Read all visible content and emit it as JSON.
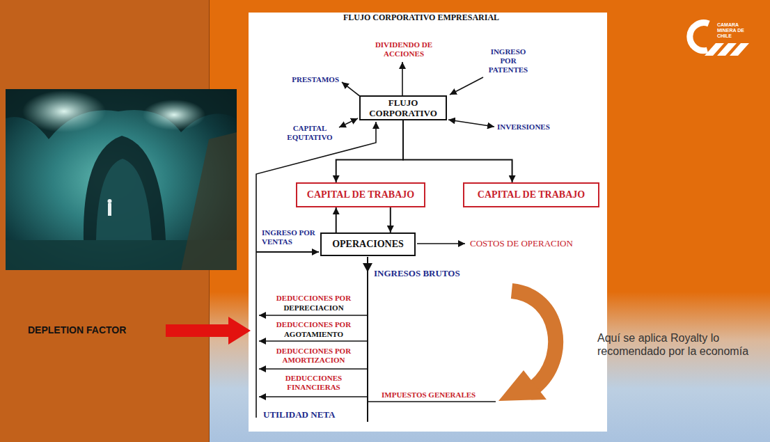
{
  "diagram": {
    "title": "FLUJO CORPORATIVO EMPRESARIAL",
    "nodes": [
      {
        "text": [
          "FLUJO CORPORATIVO"
        ]
      },
      {
        "text": [
          "CAPITAL DE TRABAJO"
        ]
      },
      {
        "text": [
          "CAPITAL DE TRABAJO"
        ]
      },
      {
        "text": [
          "OPERACIONES"
        ]
      }
    ],
    "edges": [
      {
        "from": 0,
        "to": 1,
        "arrow": "to"
      },
      {
        "from": 0,
        "to": 2,
        "arrow": "to"
      },
      {
        "from": 3,
        "to": 1,
        "arrow": "to"
      },
      {
        "from": 1,
        "to": 3,
        "arrow": "to"
      }
    ],
    "labels": [
      "DIVIDENDO DE ACCIONES",
      "PRESTAMOS",
      "INGRESO POR PATENTES",
      "CAPITAL EQUTATIVO",
      "INVERSIONES",
      "INGRESO POR VENTAS",
      "COSTOS DE OPERACION",
      "INGRESOS BRUTOS",
      "DEPLETION FACTOR",
      "DEDUCCIONES POR",
      "DEPRECIACION",
      "DEDUCCIONES POR",
      "AGOTAMIENTO",
      "DEDUCCIONES POR AMORTIZACION",
      "DEDUCCIONES FINANCIERAS",
      "IMPUESTOS GENERALES",
      "UTILIDAD NETA",
      "Aquí se aplica Royalty lo recomendado por la economía",
      "CAMARA MINERA DE CHILE"
    ]
  }
}
